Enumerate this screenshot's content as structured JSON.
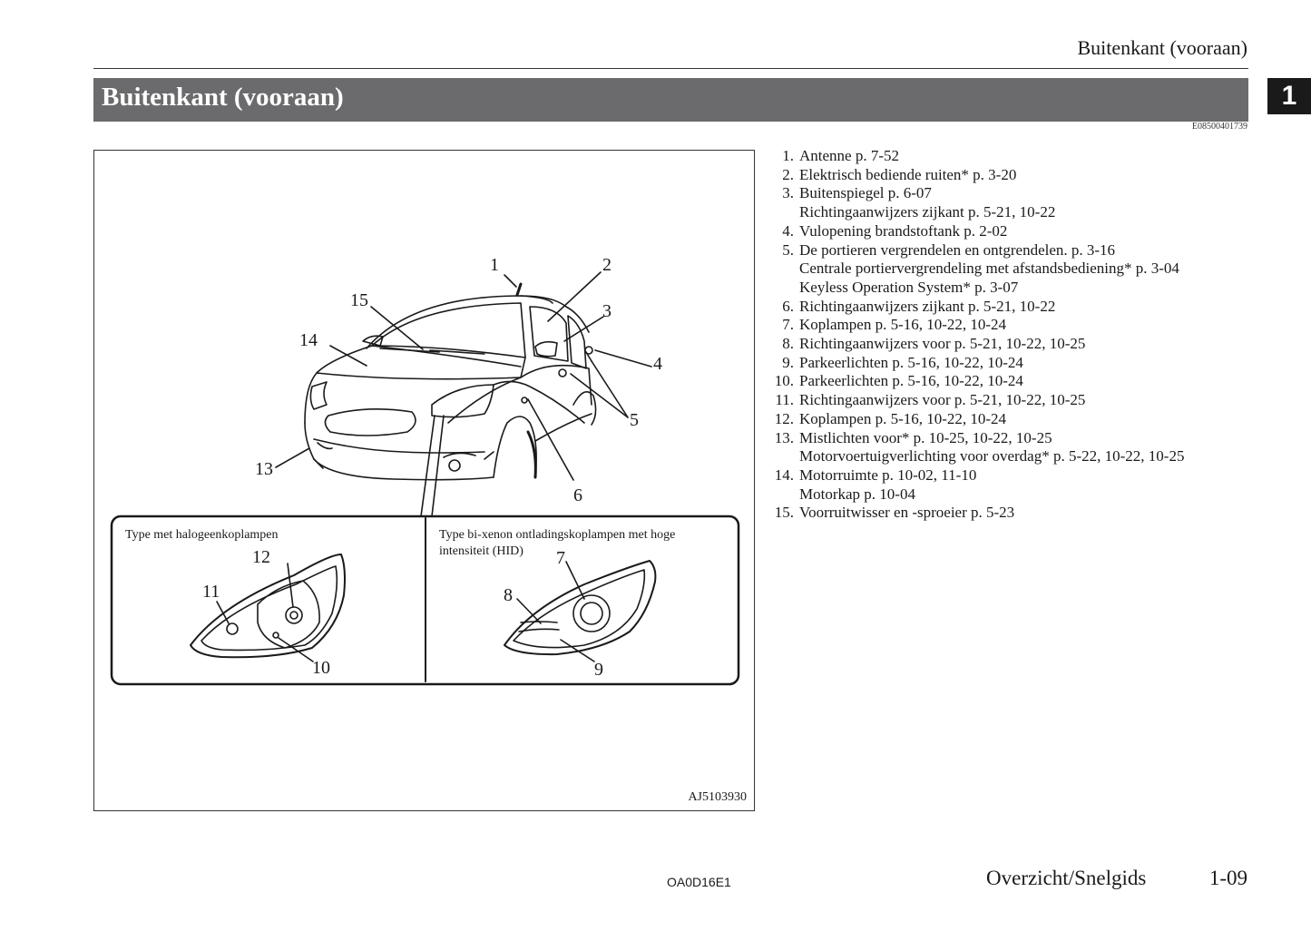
{
  "header": {
    "running_title": "Buitenkant (vooraan)",
    "section_title": "Buitenkant (vooraan)",
    "chapter_tab": "1",
    "doc_code": "E08500401739"
  },
  "figure": {
    "id": "AJ5103930",
    "callouts": [
      "1",
      "2",
      "3",
      "4",
      "5",
      "6",
      "7",
      "8",
      "9",
      "10",
      "11",
      "12",
      "13",
      "14",
      "15"
    ],
    "inset_left_caption": "Type met halogeenkoplampen",
    "inset_right_caption_line1": "Type bi-xenon ontladingskoplampen met hoge",
    "inset_right_caption_line2": "intensiteit (HID)"
  },
  "legend": [
    {
      "num": "1.",
      "lines": [
        "Antenne p. 7-52"
      ]
    },
    {
      "num": "2.",
      "lines": [
        "Elektrisch bediende ruiten* p. 3-20"
      ]
    },
    {
      "num": "3.",
      "lines": [
        "Buitenspiegel p. 6-07",
        "Richtingaanwijzers zijkant p. 5-21, 10-22"
      ]
    },
    {
      "num": "4.",
      "lines": [
        "Vulopening brandstoftank p. 2-02"
      ]
    },
    {
      "num": "5.",
      "lines": [
        "De portieren vergrendelen en ontgrendelen. p. 3-16",
        "Centrale portiervergrendeling met afstandsbediening* p. 3-04",
        "Keyless Operation System* p. 3-07"
      ]
    },
    {
      "num": "6.",
      "lines": [
        "Richtingaanwijzers zijkant p. 5-21, 10-22"
      ]
    },
    {
      "num": "7.",
      "lines": [
        "Koplampen p. 5-16, 10-22, 10-24"
      ]
    },
    {
      "num": "8.",
      "lines": [
        "Richtingaanwijzers voor p. 5-21, 10-22, 10-25"
      ]
    },
    {
      "num": "9.",
      "lines": [
        "Parkeerlichten p. 5-16, 10-22, 10-24"
      ]
    },
    {
      "num": "10.",
      "lines": [
        "Parkeerlichten p. 5-16, 10-22, 10-24"
      ]
    },
    {
      "num": "11.",
      "lines": [
        "Richtingaanwijzers voor p. 5-21, 10-22, 10-25"
      ]
    },
    {
      "num": "12.",
      "lines": [
        "Koplampen p. 5-16, 10-22, 10-24"
      ]
    },
    {
      "num": "13.",
      "lines": [
        "Mistlichten voor* p. 10-25, 10-22, 10-25",
        "Motorvoertuigverlichting voor overdag* p. 5-22, 10-22, 10-25"
      ]
    },
    {
      "num": "14.",
      "lines": [
        "Motorruimte p. 10-02, 11-10",
        "Motorkap p. 10-04"
      ]
    },
    {
      "num": "15.",
      "lines": [
        "Voorruitwisser en -sproeier p. 5-23"
      ]
    }
  ],
  "footer": {
    "code": "OA0D16E1",
    "section": "Overzicht/Snelgids",
    "page": "1-09"
  }
}
